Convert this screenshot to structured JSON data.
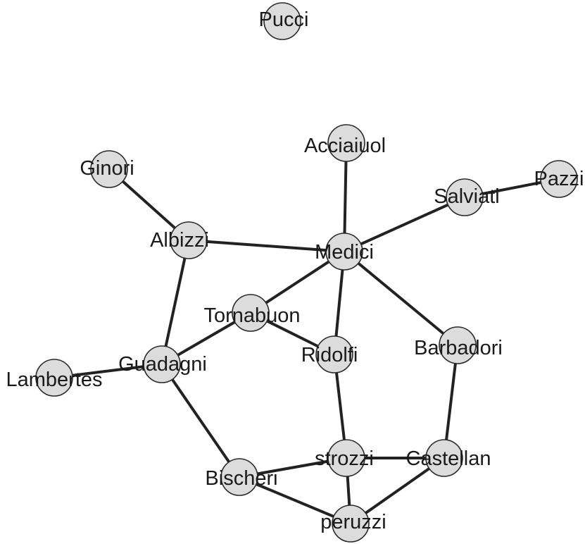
{
  "network": {
    "nodes": [
      {
        "id": "pucci",
        "label": "Pucci"
      },
      {
        "id": "acciaiuol",
        "label": "Acciaiuol"
      },
      {
        "id": "ginori",
        "label": "Ginori"
      },
      {
        "id": "pazzi",
        "label": "Pazzi"
      },
      {
        "id": "salviati",
        "label": "Salviati"
      },
      {
        "id": "albizzi",
        "label": "Albizzi"
      },
      {
        "id": "medici",
        "label": "Medici"
      },
      {
        "id": "tornabuon",
        "label": "Tornabuon"
      },
      {
        "id": "ridolfi",
        "label": "Ridolfi"
      },
      {
        "id": "barbadori",
        "label": "Barbadori"
      },
      {
        "id": "guadagni",
        "label": "Guadagni"
      },
      {
        "id": "lambertes",
        "label": "Lambertes"
      },
      {
        "id": "strozzi",
        "label": "strozzi"
      },
      {
        "id": "castellan",
        "label": "Castellan"
      },
      {
        "id": "bischeri",
        "label": "Bischeri"
      },
      {
        "id": "peruzzi",
        "label": "peruzzi"
      }
    ],
    "edges": [
      [
        "ginori",
        "albizzi"
      ],
      [
        "albizzi",
        "medici"
      ],
      [
        "albizzi",
        "guadagni"
      ],
      [
        "acciaiuol",
        "medici"
      ],
      [
        "medici",
        "salviati"
      ],
      [
        "salviati",
        "pazzi"
      ],
      [
        "medici",
        "tornabuon"
      ],
      [
        "medici",
        "ridolfi"
      ],
      [
        "medici",
        "barbadori"
      ],
      [
        "tornabuon",
        "ridolfi"
      ],
      [
        "tornabuon",
        "guadagni"
      ],
      [
        "guadagni",
        "lambertes"
      ],
      [
        "guadagni",
        "bischeri"
      ],
      [
        "ridolfi",
        "strozzi"
      ],
      [
        "barbadori",
        "castellan"
      ],
      [
        "bischeri",
        "strozzi"
      ],
      [
        "bischeri",
        "peruzzi"
      ],
      [
        "strozzi",
        "castellan"
      ],
      [
        "strozzi",
        "peruzzi"
      ],
      [
        "castellan",
        "peruzzi"
      ]
    ]
  }
}
